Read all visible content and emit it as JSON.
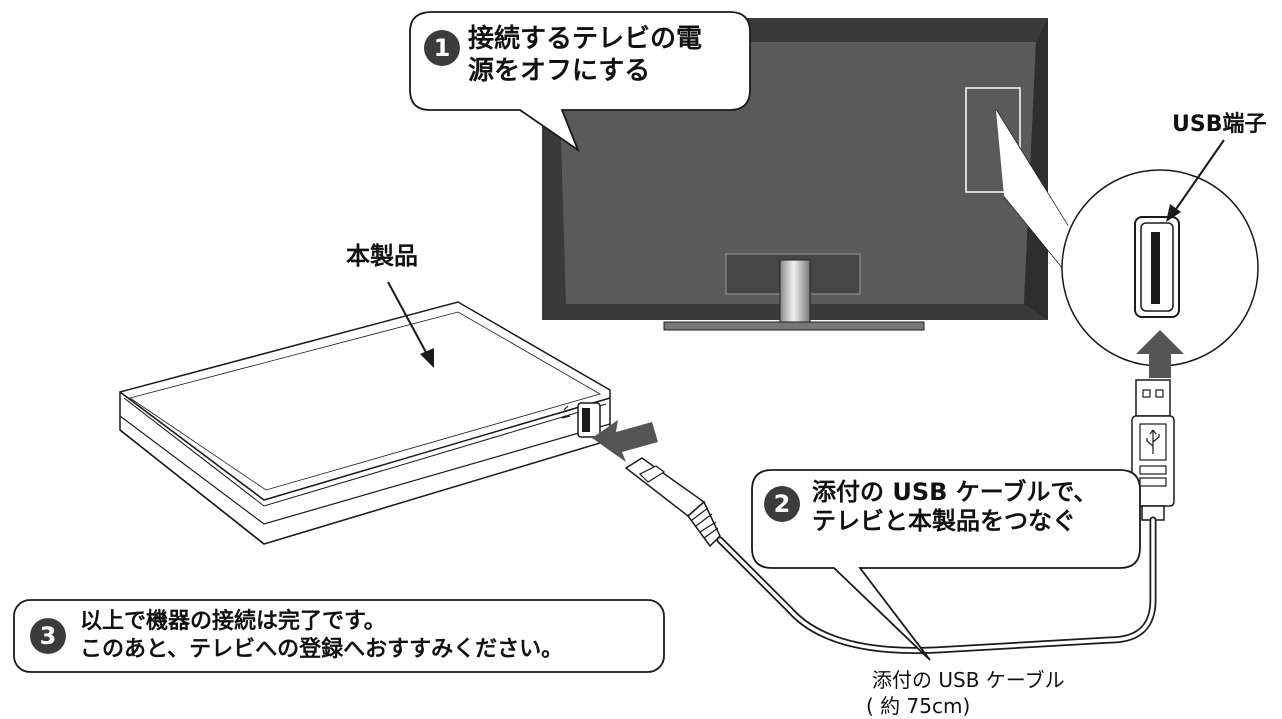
{
  "labels": {
    "usb_port": "USB端子",
    "product": "本製品",
    "cable_name": "添付の USB ケーブル",
    "cable_length": "( 約 75cm)"
  },
  "steps": [
    {
      "number": "1",
      "lines": [
        "接続するテレビの電",
        "源をオフにする"
      ]
    },
    {
      "number": "2",
      "lines": [
        "添付の USB ケーブルで、",
        "テレビと本製品をつなぐ"
      ]
    },
    {
      "number": "3",
      "lines": [
        "以上で機器の接続は完了です。",
        "このあと、テレビへの登録へおすすみください。"
      ]
    }
  ],
  "colors": {
    "tv_body": "#3a3a3a",
    "tv_screen": "#595959",
    "arrow_gray": "#555555",
    "badge": "#3c3c3c",
    "outline": "#1a1a1a"
  }
}
